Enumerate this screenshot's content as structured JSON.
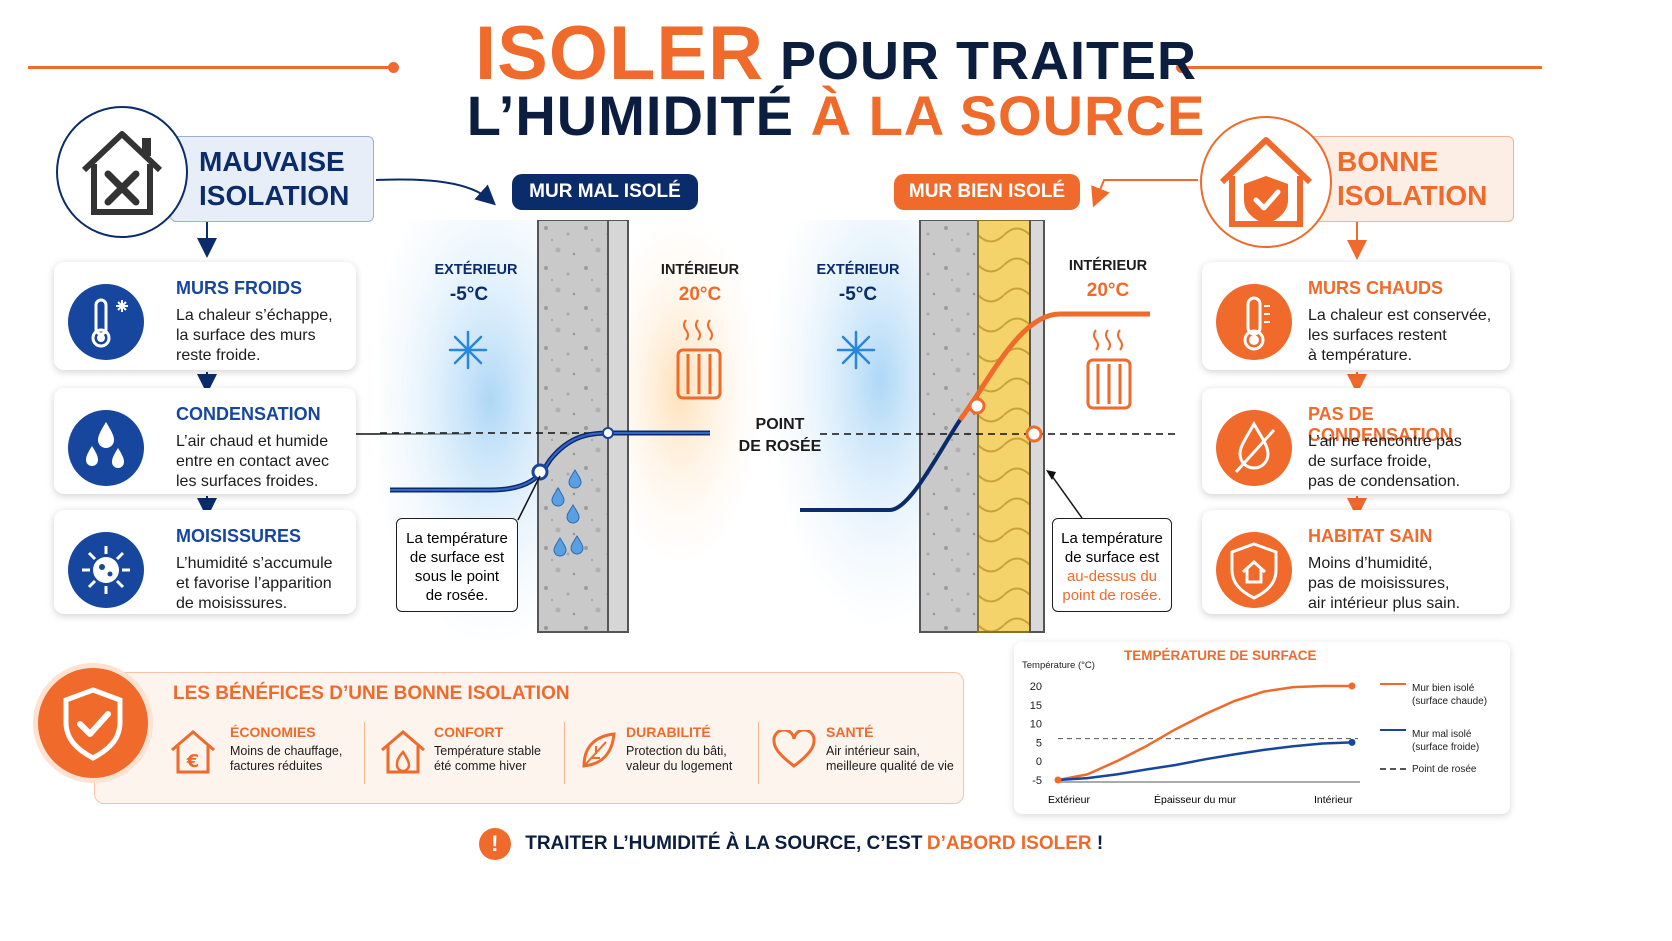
{
  "title": {
    "word1": "ISOLER",
    "word2": "POUR TRAITER",
    "line2a": "L’HUMIDITÉ",
    "line2b": "À LA SOURCE"
  },
  "colors": {
    "navy": "#0b2c6b",
    "blue": "#17469e",
    "orange": "#ef6a2b",
    "dark": "#0b1e3f"
  },
  "bad": {
    "header": [
      "MAUVAISE",
      "ISOLATION"
    ],
    "wall_label": "MUR MAL ISOLÉ",
    "cards": [
      {
        "title": "MURS FROIDS",
        "lines": [
          "La chaleur s’échappe,",
          "la surface des murs",
          "reste froide."
        ]
      },
      {
        "title": "CONDENSATION",
        "lines": [
          "L’air chaud et humide",
          "entre en contact avec",
          "les surfaces froides."
        ]
      },
      {
        "title": "MOISISSURES",
        "lines": [
          "L’humidité s’accumule",
          "et favorise l’apparition",
          "de moisissures."
        ]
      }
    ],
    "outside_label": "EXTÉRIEUR",
    "outside_temp": "-5°C",
    "inside_label": "INTÉRIEUR",
    "inside_temp": "20°C",
    "callout": [
      "La température",
      "de surface est",
      "sous le point",
      "de rosée."
    ]
  },
  "good": {
    "header": [
      "BONNE",
      "ISOLATION"
    ],
    "wall_label": "MUR BIEN ISOLÉ",
    "cards": [
      {
        "title": "MURS CHAUDS",
        "lines": [
          "La chaleur est conservée,",
          "les surfaces restent",
          "à température."
        ]
      },
      {
        "title": "PAS DE CONDENSATION",
        "lines": [
          "L’air ne rencontre pas",
          "de surface froide,",
          "pas de condensation."
        ]
      },
      {
        "title": "HABITAT SAIN",
        "lines": [
          "Moins d’humidité,",
          "pas de moisissures,",
          "air intérieur plus sain."
        ]
      }
    ],
    "outside_label": "EXTÉRIEUR",
    "outside_temp": "-5°C",
    "inside_label": "INTÉRIEUR",
    "inside_temp": "20°C",
    "callout_a": [
      "La température",
      "de surface est"
    ],
    "callout_b": [
      "au-dessus du",
      "point de rosée."
    ]
  },
  "dew_point": [
    "POINT",
    "DE ROSÉE"
  ],
  "benefits": {
    "title": "LES BÉNÉFICES D’UNE BONNE ISOLATION",
    "items": [
      {
        "title": "ÉCONOMIES",
        "lines": [
          "Moins de chauffage,",
          "factures réduites"
        ]
      },
      {
        "title": "CONFORT",
        "lines": [
          "Température stable",
          "été comme hiver"
        ]
      },
      {
        "title": "DURABILITÉ",
        "lines": [
          "Protection du bâti,",
          "valeur du logement"
        ]
      },
      {
        "title": "SANTÉ",
        "lines": [
          "Air intérieur sain,",
          "meilleure qualité de vie"
        ]
      }
    ]
  },
  "chart_data": {
    "type": "line",
    "title": "TEMPÉRATURE DE SURFACE",
    "ylabel": "Température (°C)",
    "xlabel": "Épaisseur du mur",
    "x_tick_labels": [
      "Extérieur",
      "Épaisseur du mur",
      "Intérieur"
    ],
    "x": [
      0,
      0.1,
      0.2,
      0.3,
      0.4,
      0.5,
      0.6,
      0.7,
      0.8,
      0.9,
      1.0
    ],
    "ylim": [
      -5,
      20
    ],
    "yticks": [
      20,
      15,
      10,
      5,
      0,
      -5
    ],
    "grid": false,
    "legend": "right",
    "series": [
      {
        "name": "Mur bien isolé",
        "subname": "(surface chaude)",
        "color": "#ef6a2b",
        "values": [
          -5,
          -3.5,
          0,
          4,
          8.5,
          12.5,
          16,
          18.5,
          19.7,
          20,
          20
        ]
      },
      {
        "name": "Mur mal isolé",
        "subname": "(surface froide)",
        "color": "#17469e",
        "values": [
          -5,
          -4.5,
          -3.5,
          -2.2,
          -1,
          0.5,
          1.8,
          3,
          4,
          4.7,
          5
        ]
      }
    ],
    "reference_line": {
      "name": "Point de rosée",
      "value": 6
    }
  },
  "footer": {
    "prefix": "TRAITER L’HUMIDITÉ À LA SOURCE, C’EST",
    "highlight": "D’ABORD ISOLER",
    "suffix": " !",
    "icon": "!"
  }
}
